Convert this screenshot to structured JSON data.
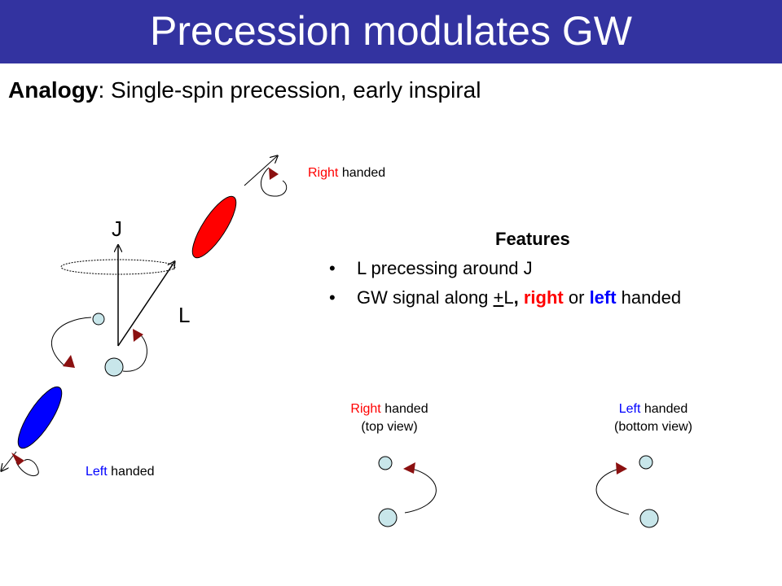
{
  "slide": {
    "title": "Precession modulates GW",
    "subtitle_bold": "Analogy",
    "subtitle_rest": ": Single-spin precession, early inspiral"
  },
  "diagram": {
    "label_J": "J",
    "label_L": "L",
    "right_handed_word": "Right",
    "left_handed_word": "Left",
    "handed_word": "handed"
  },
  "features": {
    "heading": "Features",
    "bullet1": "L precessing around J",
    "bullet2_part1": "GW signal along ",
    "bullet2_plus": "+",
    "bullet2_part2": "L",
    "bullet2_comma": ", ",
    "bullet2_right": "right",
    "bullet2_or": " or ",
    "bullet2_left": "left",
    "bullet2_end": " handed"
  },
  "views": {
    "top_view_note": "(top view)",
    "bottom_view_note": "(bottom view)"
  },
  "colors": {
    "title_bar": "#3333a0",
    "right": "#ff0000",
    "left": "#0000ff",
    "arrowhead": "#8b1010",
    "sphere": "#c8e6ea"
  }
}
